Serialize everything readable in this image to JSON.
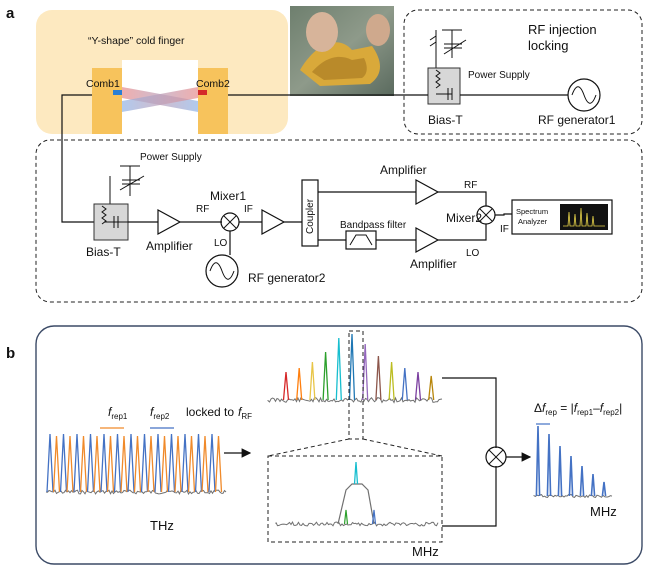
{
  "panels": {
    "a": "a",
    "b": "b"
  },
  "panel_a": {
    "cold_finger_label": "“Y-shape” cold finger",
    "comb1": "Comb1",
    "comb2": "Comb2",
    "rf_injection_locking": [
      "RF injection",
      "locking"
    ],
    "power_supply_top": "Power Supply",
    "bias_t_top": "Bias-T",
    "rf_generator1": "RF generator1",
    "power_supply_bottom": "Power Supply",
    "bias_t_bottom": "Bias-T",
    "amplifier_1": "Amplifier",
    "mixer1": "Mixer1",
    "mixer1_rf": "RF",
    "mixer1_if": "IF",
    "mixer1_lo": "LO",
    "rf_generator2": "RF generator2",
    "coupler": "Coupler",
    "amplifier_top": "Amplifier",
    "rf_to_mixer2": "RF",
    "bandpass_filter": "Bandpass filter",
    "mixer2": "Mixer2",
    "mixer2_if": "IF",
    "amplifier_bottom": "Amplifier",
    "mixer2_lo": "LO",
    "spectrum_analyzer": [
      "Spectrum",
      "Analyzer"
    ]
  },
  "panel_b": {
    "frep1": {
      "f": "f",
      "sub": "rep1"
    },
    "frep2": {
      "f": "f",
      "sub": "rep2"
    },
    "locked_to": "locked to",
    "frf": {
      "f": "f",
      "sub": "RF"
    },
    "thz_label": "THz",
    "mhz_label_zoom": "MHz",
    "mhz_label_right": "MHz",
    "delta": {
      "delta": "Δ",
      "f": "f",
      "sub": "rep",
      "eq": " = |",
      "f1": "f",
      "sub1": "rep1",
      "minus": "–",
      "f2": "f",
      "sub2": "rep2",
      "end": "|"
    },
    "colors": {
      "orange": "#f08a2a",
      "blue": "#4472c4",
      "gray": "#707070"
    },
    "center_comb_colors": [
      "#d62728",
      "#ff7f0e",
      "#e8c547",
      "#2ca02c",
      "#17becf",
      "#1f77b4",
      "#9467bd",
      "#8c564b",
      "#bcbd22",
      "#4472c4",
      "#7b3fa0",
      "#b8860b"
    ]
  }
}
